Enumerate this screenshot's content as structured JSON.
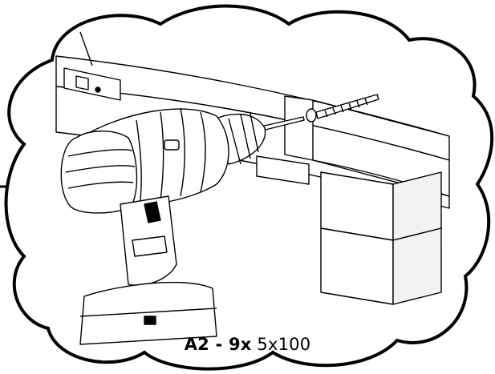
{
  "step": {
    "part_code": "A2",
    "separator": " - ",
    "quantity": "9x",
    "spec": " 5x100"
  },
  "icons": {
    "drill": "cordless-drill-icon",
    "screw": "screw-icon",
    "bubble": "cloud-bubble-frame"
  },
  "colors": {
    "outline": "#000000",
    "fill": "#ffffff",
    "shade": "#e6e6e6"
  }
}
